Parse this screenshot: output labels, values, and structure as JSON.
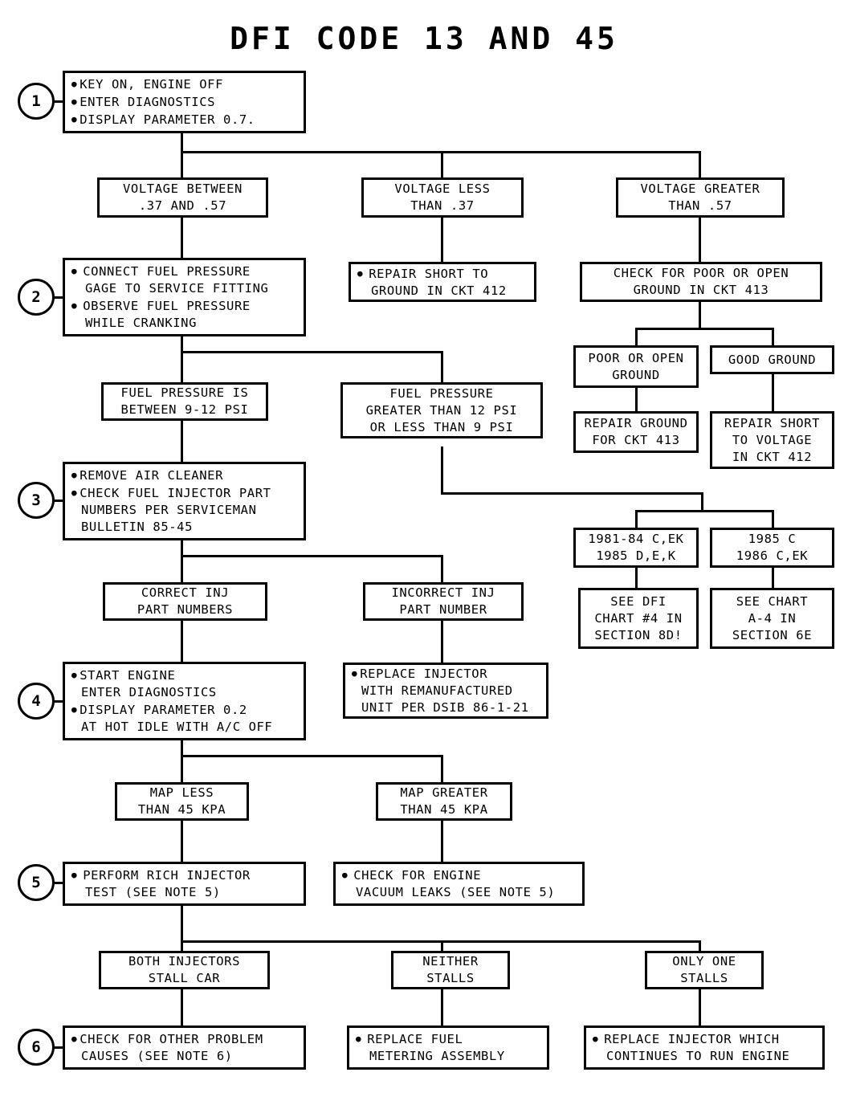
{
  "title": "DFI CODE 13 AND 45",
  "steps": [
    {
      "id": "step-1",
      "label": "1"
    },
    {
      "id": "step-2",
      "label": "2"
    },
    {
      "id": "step-3",
      "label": "3"
    },
    {
      "id": "step-4",
      "label": "4"
    },
    {
      "id": "step-5",
      "label": "5"
    },
    {
      "id": "step-6",
      "label": "6"
    }
  ],
  "nodes": {
    "n1": {
      "name": "key-on-engine-off-box",
      "lines": [
        "KEY ON, ENGINE OFF",
        "ENTER DIAGNOSTICS",
        "DISPLAY PARAMETER 0.7."
      ]
    },
    "n_volt_between": {
      "name": "voltage-between-box",
      "lines": [
        "VOLTAGE BETWEEN",
        ".37 AND .57"
      ]
    },
    "n_volt_less": {
      "name": "voltage-less-box",
      "lines": [
        "VOLTAGE LESS",
        "THAN .37"
      ]
    },
    "n_volt_greater": {
      "name": "voltage-greater-box",
      "lines": [
        "VOLTAGE GREATER",
        "THAN .57"
      ]
    },
    "n2": {
      "name": "connect-fuel-pressure-gage-box",
      "lines": [
        "CONNECT FUEL PRESSURE",
        "GAGE TO SERVICE FITTING",
        "OBSERVE FUEL PRESSURE",
        "WHILE CRANKING"
      ]
    },
    "n_repair_short_412": {
      "name": "repair-short-to-ground-ckt-412-box",
      "lines": [
        "REPAIR SHORT TO",
        "GROUND IN CKT 412"
      ]
    },
    "n_check_ground_413": {
      "name": "check-poor-open-ground-ckt-413-box",
      "lines": [
        "CHECK FOR POOR OR OPEN",
        "GROUND IN CKT 413"
      ]
    },
    "n_poor_open_ground": {
      "name": "poor-or-open-ground-box",
      "lines": [
        "POOR OR OPEN",
        "GROUND"
      ]
    },
    "n_good_ground": {
      "name": "good-ground-box",
      "lines": [
        "GOOD GROUND"
      ]
    },
    "n_repair_ground_413": {
      "name": "repair-ground-ckt-413-box",
      "lines": [
        "REPAIR GROUND",
        "FOR CKT 413"
      ]
    },
    "n_repair_short_voltage_412": {
      "name": "repair-short-to-voltage-ckt-412-box",
      "lines": [
        "REPAIR SHORT",
        "TO VOLTAGE",
        "IN CKT 412"
      ]
    },
    "n_fp_ok": {
      "name": "fuel-pressure-between-9-12-psi-box",
      "lines": [
        "FUEL PRESSURE IS",
        "BETWEEN 9-12 PSI"
      ]
    },
    "n_fp_bad": {
      "name": "fuel-pressure-out-of-range-box",
      "lines": [
        "FUEL PRESSURE",
        "GREATER THAN 12 PSI",
        "OR LESS THAN 9 PSI"
      ]
    },
    "n3": {
      "name": "remove-air-cleaner-check-injector-box",
      "lines": [
        "REMOVE AIR CLEANER",
        "CHECK FUEL INJECTOR PART",
        "NUMBERS PER SERVICEMAN",
        "BULLETIN 85-45"
      ]
    },
    "n_my_early": {
      "name": "model-years-1981-84-box",
      "lines": [
        "1981-84 C,EK",
        "1985 D,E,K"
      ]
    },
    "n_my_late": {
      "name": "model-years-1985-1986-box",
      "lines": [
        "1985 C",
        "1986 C,EK"
      ]
    },
    "n_see_dfi_chart4": {
      "name": "see-dfi-chart-4-section-8d-box",
      "lines": [
        "SEE DFI",
        "CHART #4 IN",
        "SECTION 8D!"
      ]
    },
    "n_see_chart_a4": {
      "name": "see-chart-a-4-section-6e-box",
      "lines": [
        "SEE CHART",
        "A-4 IN",
        "SECTION 6E"
      ]
    },
    "n_correct_inj": {
      "name": "correct-inj-part-numbers-box",
      "lines": [
        "CORRECT INJ",
        "PART NUMBERS"
      ]
    },
    "n_incorrect_inj": {
      "name": "incorrect-inj-part-number-box",
      "lines": [
        "INCORRECT INJ",
        "PART NUMBER"
      ]
    },
    "n4": {
      "name": "start-engine-display-parameter-box",
      "lines": [
        "START ENGINE",
        "ENTER DIAGNOSTICS",
        "DISPLAY PARAMETER 0.2",
        "AT HOT IDLE WITH A/C OFF"
      ]
    },
    "n_replace_injector_reman": {
      "name": "replace-injector-remanufactured-box",
      "lines": [
        "REPLACE INJECTOR",
        "WITH REMANUFACTURED",
        "UNIT PER DSIB 86-1-21"
      ]
    },
    "n_map_less": {
      "name": "map-less-than-45-kpa-box",
      "lines": [
        "MAP LESS",
        "THAN 45 KPA"
      ]
    },
    "n_map_greater": {
      "name": "map-greater-than-45-kpa-box",
      "lines": [
        "MAP GREATER",
        "THAN 45 KPA"
      ]
    },
    "n5": {
      "name": "perform-rich-injector-test-box",
      "lines": [
        "PERFORM RICH INJECTOR",
        "TEST (SEE NOTE 5)"
      ]
    },
    "n_check_vacuum": {
      "name": "check-engine-vacuum-leaks-box",
      "lines": [
        "CHECK FOR ENGINE",
        "VACUUM LEAKS (SEE NOTE 5)"
      ]
    },
    "n_both_stall": {
      "name": "both-injectors-stall-car-box",
      "lines": [
        "BOTH INJECTORS",
        "STALL CAR"
      ]
    },
    "n_neither_stalls": {
      "name": "neither-stalls-box",
      "lines": [
        "NEITHER",
        "STALLS"
      ]
    },
    "n_only_one_stalls": {
      "name": "only-one-stalls-box",
      "lines": [
        "ONLY ONE",
        "STALLS"
      ]
    },
    "n6": {
      "name": "check-other-problem-causes-box",
      "lines": [
        "CHECK FOR OTHER PROBLEM",
        "CAUSES (SEE NOTE 6)"
      ]
    },
    "n_replace_fuel_metering": {
      "name": "replace-fuel-metering-assembly-box",
      "lines": [
        "REPLACE FUEL",
        "METERING ASSEMBLY"
      ]
    },
    "n_replace_injector_running": {
      "name": "replace-injector-continues-to-run-box",
      "lines": [
        "REPLACE INJECTOR WHICH",
        "CONTINUES TO RUN ENGINE"
      ]
    }
  },
  "colors": {
    "ink": "#000000",
    "paper": "#ffffff"
  }
}
